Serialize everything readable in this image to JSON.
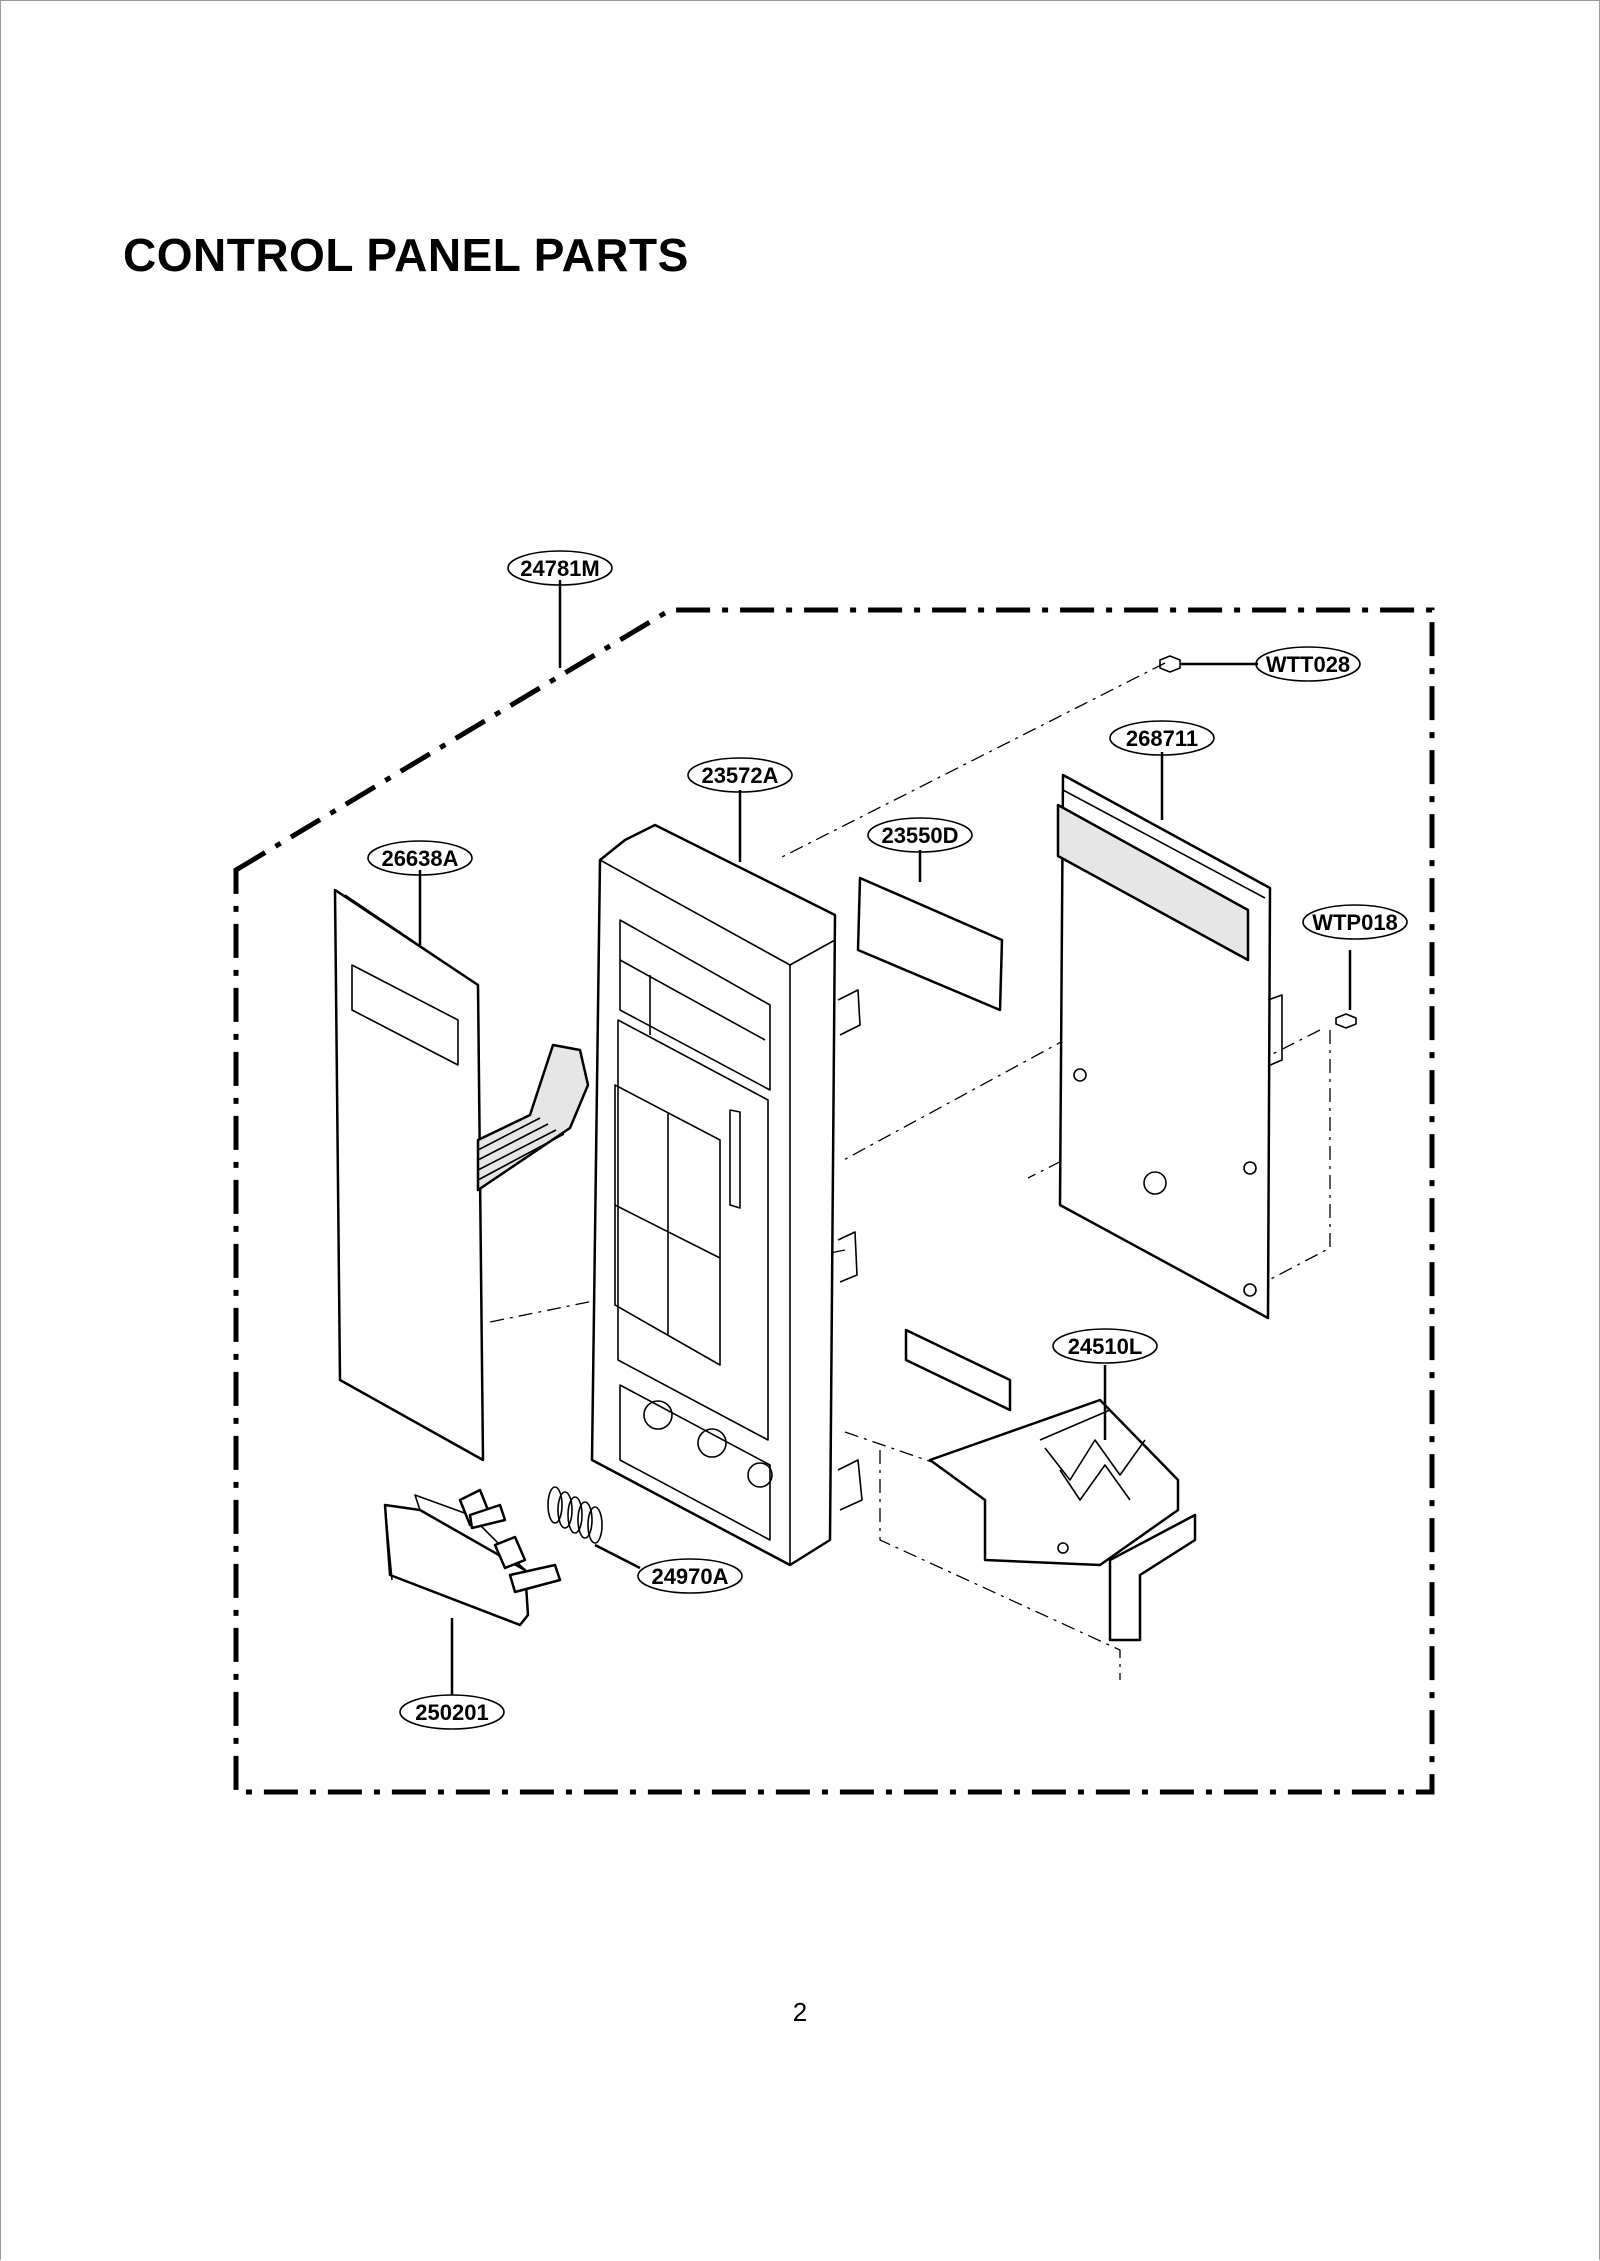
{
  "title": "CONTROL PANEL PARTS",
  "page_number": "2",
  "parts": {
    "assembly": "24781M",
    "screw_top": "WTT028",
    "pcb": "268711",
    "panel_frame": "23572A",
    "window": "23550D",
    "membrane": "26638A",
    "screw_side": "WTP018",
    "latch_lever": "24510L",
    "spring": "24970A",
    "door_button": "250201"
  }
}
